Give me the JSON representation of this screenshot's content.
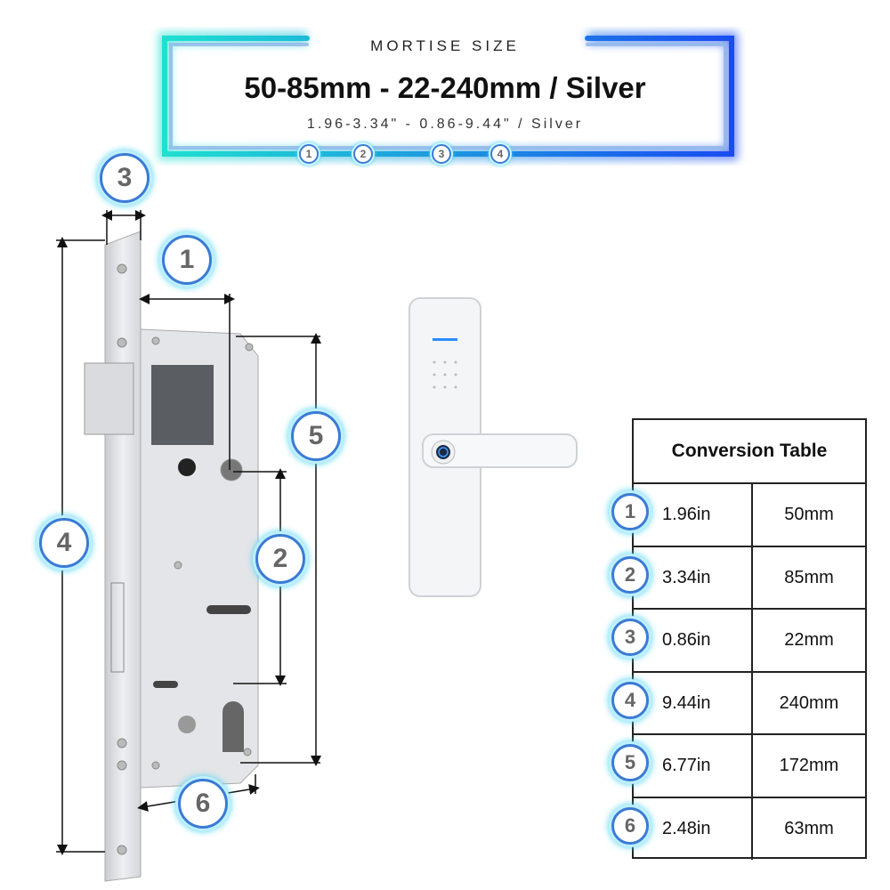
{
  "banner": {
    "label": "MORTISE SIZE",
    "title": "50-85mm - 22-240mm / Silver",
    "subtitle": "1.96-3.34\" - 0.86-9.44\" / Silver",
    "markers": [
      "1",
      "2",
      "3",
      "4"
    ],
    "colors": {
      "left": "#1fe0d0",
      "right": "#1a4cf0"
    }
  },
  "diagram": {
    "badges": [
      "1",
      "2",
      "3",
      "4",
      "5",
      "6"
    ]
  },
  "conversion_table": {
    "title": "Conversion Table",
    "rows": [
      {
        "id": "1",
        "inches": "1.96in",
        "mm": "50mm"
      },
      {
        "id": "2",
        "inches": "3.34in",
        "mm": "85mm"
      },
      {
        "id": "3",
        "inches": "0.86in",
        "mm": "22mm"
      },
      {
        "id": "4",
        "inches": "9.44in",
        "mm": "240mm"
      },
      {
        "id": "5",
        "inches": "6.77in",
        "mm": "172mm"
      },
      {
        "id": "6",
        "inches": "2.48in",
        "mm": "63mm"
      }
    ]
  }
}
